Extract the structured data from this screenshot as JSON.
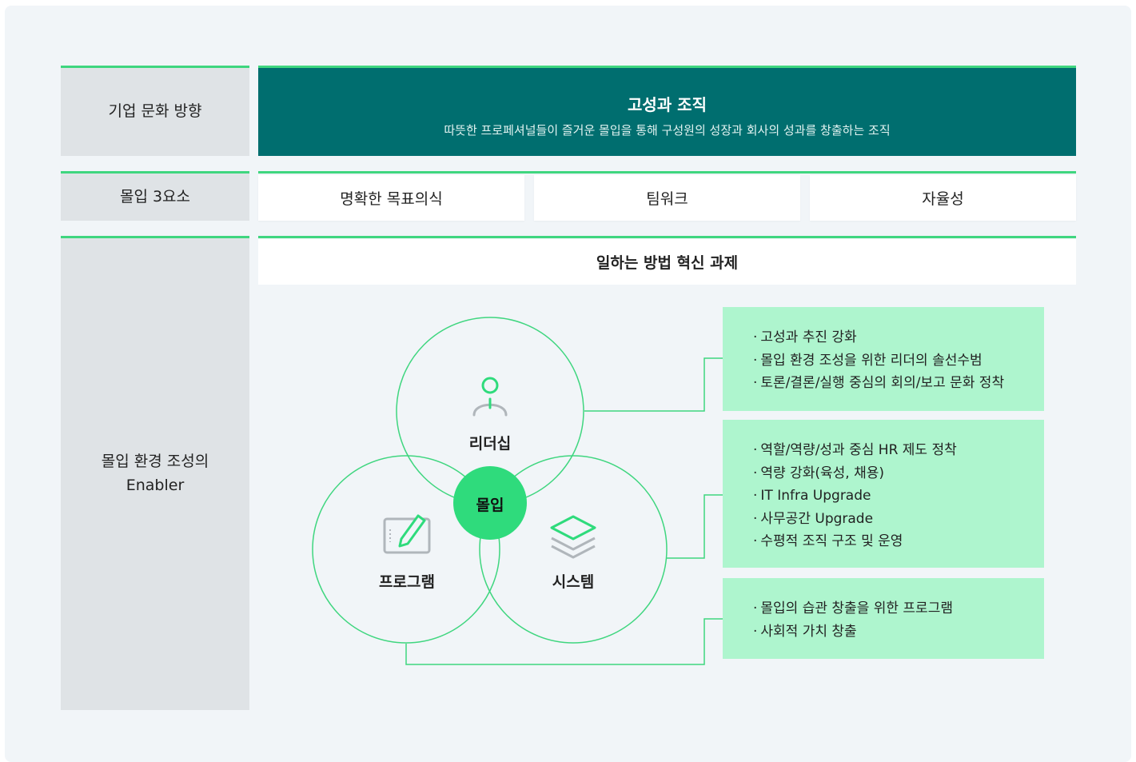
{
  "rows": {
    "culture_direction": {
      "label": "기업 문화 방향",
      "title": "고성과 조직",
      "subtitle": "따뜻한 프로페셔널들이 즐거운 몰입을 통해 구성원의 성장과 회사의 성과를 창출하는 조직"
    },
    "three_elements": {
      "label": "몰입 3요소",
      "items": [
        "명확한 목표의식",
        "팀워크",
        "자율성"
      ]
    },
    "enabler": {
      "label_line1": "몰입 환경 조성의",
      "label_line2": "Enabler",
      "task_title": "일하는 방법 혁신 과제"
    }
  },
  "venn": {
    "center": "몰입",
    "circles": [
      {
        "label": "리더십",
        "icon": "person-icon"
      },
      {
        "label": "프로그램",
        "icon": "tablet-pen-icon"
      },
      {
        "label": "시스템",
        "icon": "layers-icon"
      }
    ]
  },
  "details": [
    {
      "for": "리더십",
      "items": [
        "고성과 추진 강화",
        "몰입 환경 조성을 위한 리더의 솔선수범",
        "토론/결론/실행 중심의 회의/보고 문화 정착"
      ]
    },
    {
      "for": "시스템",
      "items": [
        "역할/역량/성과 중심 HR 제도 정착",
        "역량 강화(육성, 채용)",
        "IT Infra Upgrade",
        "사무공간 Upgrade",
        "수평적 조직 구조 및 운영"
      ]
    },
    {
      "for": "프로그램",
      "items": [
        "몰입의 습관 창출을 위한 프로그램",
        "사회적 가치 창출"
      ]
    }
  ],
  "colors": {
    "accent_green": "#3fd67f",
    "header_teal": "#006e6f",
    "detail_box": "#aef5ce",
    "center_circle": "#2fdb7c",
    "left_cell": "#dfe3e6"
  }
}
